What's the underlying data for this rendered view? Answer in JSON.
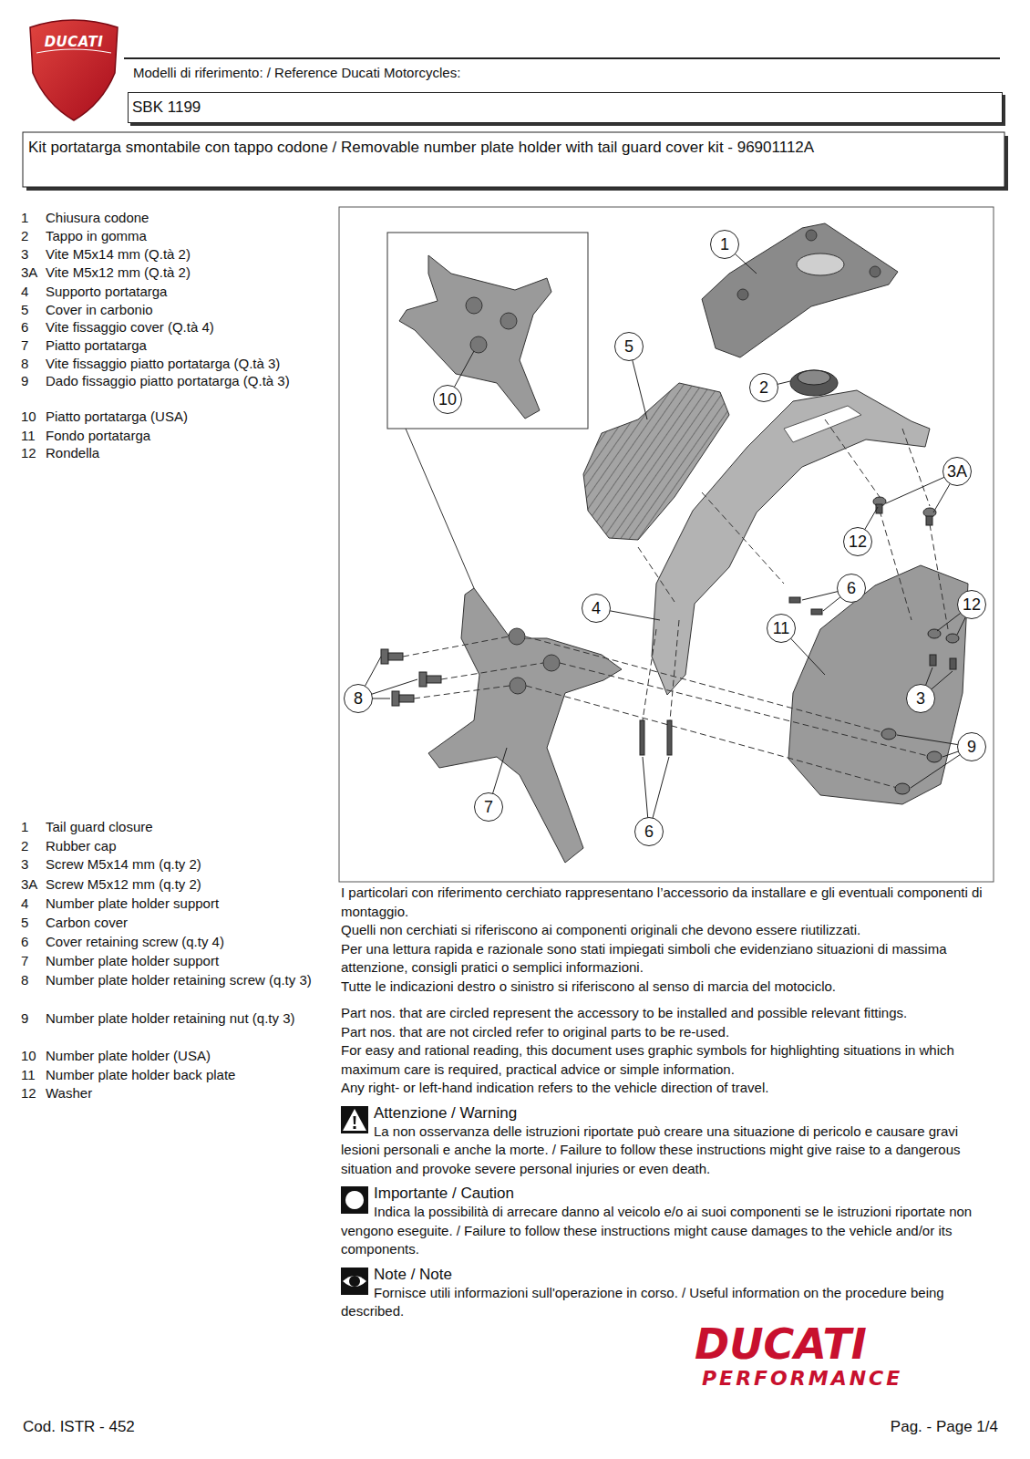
{
  "diagram": {
    "title": "Kit portatarga smontabile con tappo codone / Removable number plate holder with tail guard cover kit - 96901112A",
    "nodes": [
      {
        "text": [
          "SBK 1199"
        ]
      },
      {
        "text": [
          "1"
        ]
      },
      {
        "text": [
          "5"
        ]
      },
      {
        "text": [
          "2"
        ]
      },
      {
        "text": [
          "10"
        ]
      },
      {
        "text": [
          "3A"
        ]
      },
      {
        "text": [
          "12"
        ]
      },
      {
        "text": [
          "6"
        ]
      },
      {
        "text": [
          "12"
        ]
      },
      {
        "text": [
          "4"
        ]
      },
      {
        "text": [
          "11"
        ]
      },
      {
        "text": [
          "8"
        ]
      },
      {
        "text": [
          "3"
        ]
      },
      {
        "text": [
          "9"
        ]
      },
      {
        "text": [
          "7"
        ]
      },
      {
        "text": [
          "6"
        ]
      }
    ],
    "labels": [
      "1",
      "Chiusura codone",
      "2",
      "Tappo in gomma",
      "3",
      "Vite M5x14 mm (Q.tà 2)",
      "3A",
      "Vite M5x12 mm (Q.tà 2)",
      "4",
      "Supporto portatarga",
      "5",
      "Cover in carbonio",
      "6",
      "Vite fissaggio cover (Q.tà 4)",
      "7",
      "Piatto portatarga",
      "8",
      "Vite fissaggio piatto portatarga (Q.tà 3)",
      "9",
      "Dado fissaggio piatto portatarga (Q.tà 3)",
      "10",
      "Piatto portatarga (USA)",
      "11",
      "Fondo portatarga",
      "12",
      "Rondella",
      "1",
      "Tail guard closure",
      "2",
      "Rubber cap",
      "3",
      "Screw M5x14 mm (q.ty 2)",
      "3A",
      "Screw M5x12 mm (q.ty 2)",
      "4",
      "Number plate holder support",
      "5",
      "Carbon cover",
      "6",
      "Cover retaining screw (q.ty 4)",
      "7",
      "Number plate holder support",
      "8",
      "Number plate holder retaining screw (q.ty 3)",
      "9",
      "Number plate holder retaining nut (q.ty 3)",
      "10",
      "Number plate holder (USA)",
      "11",
      "Number plate holder back plate",
      "12",
      "Washer",
      "I particolari con riferimento cerchiato rappresentano l’accessorio da installare e gli eventuali componenti di montaggio.",
      "Quelli non cerchiati si riferiscono ai componenti originali che devono essere riutilizzati.",
      "Per una lettura rapida e razionale sono stati impiegati simboli che evidenziano situazioni di massima attenzione, consigli pratici o semplici informazioni.",
      "Tutte le indicazioni destro o sinistro si riferiscono al senso di marcia del motociclo.",
      "Part nos. that are circled represent the accessory to be installed and possible relevant fittings.",
      "Part nos. that are not circled refer to original parts to be re-used.",
      "For easy and rational reading, this document uses graphic symbols for highlighting situations in which maximum care is required, practical advice or simple information.",
      "Any right- or left-hand indication refers to the vehicle direction of travel.",
      "Attenzione / Warning",
      "La non osservanza delle istruzioni riportate può creare una situazione di pericolo e causare gravi lesioni personali e anche la morte. / Failure to follow these instructions might give raise to a dangerous situation and provoke severe personal injuries or even death.",
      "Importante / Caution",
      "Indica la possibilità di arrecare danno al veicolo e/o ai suoi componenti se le istruzioni riportate non vengono eseguite. / Failure to follow these instructions might cause damages to the vehicle and/or its components.",
      "Note / Note",
      "Fornisce utili informazioni sull'operazione in corso. / Useful information on the procedure being described.",
      "Modelli di riferimento: / Reference Ducati Motorcycles:",
      "DUCATI",
      "DUCATI",
      "PERFORMANCE",
      "Cod. ISTR - 452",
      "Pag. - Page 1/4"
    ]
  }
}
